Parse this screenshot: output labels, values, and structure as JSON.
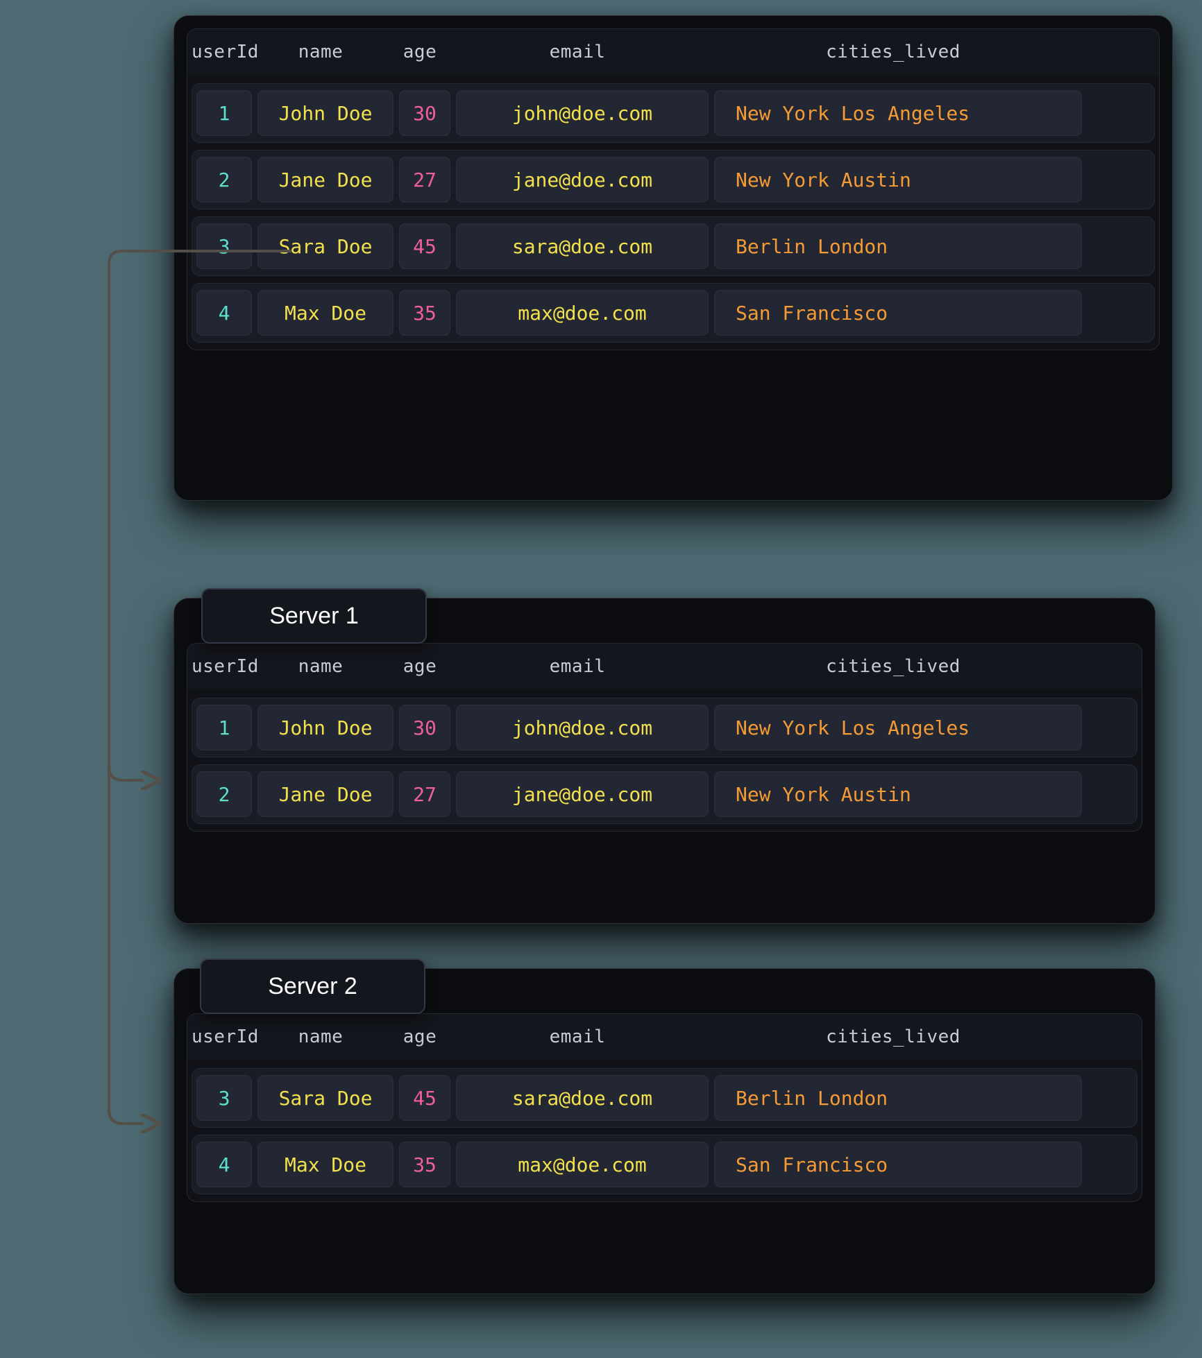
{
  "diagram": {
    "title": "database-sharding-diagram",
    "background_color": "#4d6a72",
    "connector_color": "#554f4a"
  },
  "columns": [
    {
      "key": "userId",
      "label": "userId"
    },
    {
      "key": "name",
      "label": "name"
    },
    {
      "key": "age",
      "label": "age"
    },
    {
      "key": "email",
      "label": "email"
    },
    {
      "key": "cities_lived",
      "label": "cities_lived"
    }
  ],
  "colors": {
    "userId": "#5ce0cd",
    "name": "#f2e14d",
    "age": "#ef5f9c",
    "email": "#f2e14d",
    "cities_lived": "#f59b35",
    "header_text": "#c8ccd6",
    "panel_bg": "#0c0d10",
    "cell_bg": "#232734",
    "row_bg": "#191c25"
  },
  "source_table": {
    "name": "source-users-table",
    "rows": [
      {
        "userId": "1",
        "name": "John Doe",
        "age": "30",
        "email": "john@doe.com",
        "cities_lived": "New York Los Angeles"
      },
      {
        "userId": "2",
        "name": "Jane Doe",
        "age": "27",
        "email": "jane@doe.com",
        "cities_lived": "New York  Austin"
      },
      {
        "userId": "3",
        "name": "Sara Doe",
        "age": "45",
        "email": "sara@doe.com",
        "cities_lived": "Berlin  London"
      },
      {
        "userId": "4",
        "name": "Max Doe",
        "age": "35",
        "email": "max@doe.com",
        "cities_lived": "San Francisco"
      }
    ]
  },
  "shards": [
    {
      "badge_label": "Server 1",
      "name": "server-1",
      "rows": [
        {
          "userId": "1",
          "name": "John Doe",
          "age": "30",
          "email": "john@doe.com",
          "cities_lived": "New York Los Angeles"
        },
        {
          "userId": "2",
          "name": "Jane Doe",
          "age": "27",
          "email": "jane@doe.com",
          "cities_lived": "New York  Austin"
        }
      ]
    },
    {
      "badge_label": "Server 2",
      "name": "server-2",
      "rows": [
        {
          "userId": "3",
          "name": "Sara Doe",
          "age": "45",
          "email": "sara@doe.com",
          "cities_lived": "Berlin  London"
        },
        {
          "userId": "4",
          "name": "Max Doe",
          "age": "35",
          "email": "max@doe.com",
          "cities_lived": "San Francisco"
        }
      ]
    }
  ]
}
